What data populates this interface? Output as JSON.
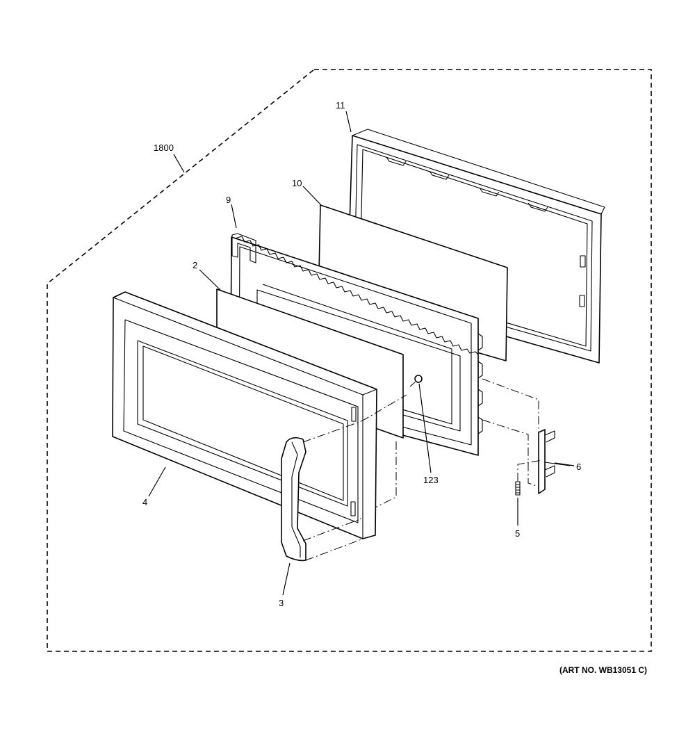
{
  "diagram": {
    "labels": {
      "assembly": "1800",
      "door_panel": "11",
      "window_panel": "10",
      "door_choke": "9",
      "inner_window": "2",
      "door_frame": "4",
      "handle": "3",
      "screw": "123",
      "latch": "6",
      "spring": "5"
    },
    "art_number": "(ART NO. WB13051 C)"
  }
}
